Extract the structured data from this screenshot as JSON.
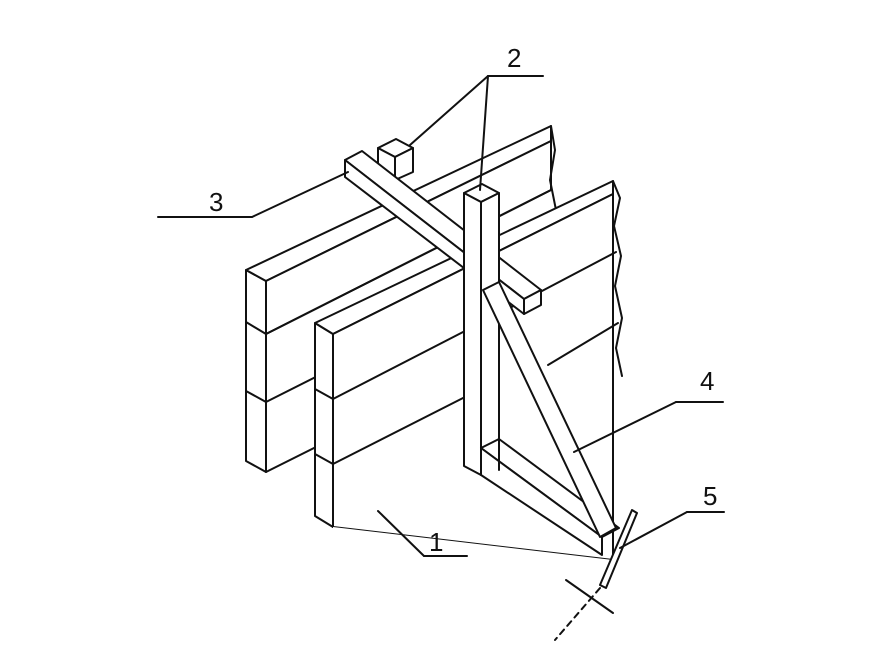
{
  "diagram": {
    "callouts": [
      {
        "id": "1",
        "text": "1"
      },
      {
        "id": "2",
        "text": "2"
      },
      {
        "id": "3",
        "text": "3"
      },
      {
        "id": "4",
        "text": "4"
      },
      {
        "id": "5",
        "text": "5"
      }
    ],
    "line_color": "#111111",
    "background": "#ffffff"
  }
}
